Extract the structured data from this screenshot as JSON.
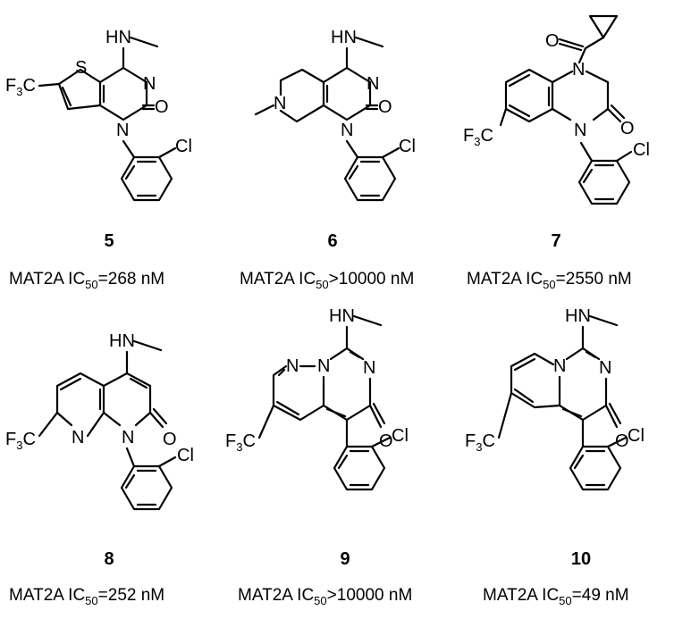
{
  "compounds": [
    {
      "number": "5",
      "target": "MAT2A",
      "ic": "IC",
      "sub": "50",
      "op": "=",
      "value": "268",
      "unit": "nM"
    },
    {
      "number": "6",
      "target": "MAT2A",
      "ic": "IC",
      "sub": "50",
      "op": ">",
      "value": "10000",
      "unit": "nM"
    },
    {
      "number": "7",
      "target": "MAT2A",
      "ic": "IC",
      "sub": "50",
      "op": "=",
      "value": "2550",
      "unit": "nM"
    },
    {
      "number": "8",
      "target": "MAT2A",
      "ic": "IC",
      "sub": "50",
      "op": "=",
      "value": "252",
      "unit": "nM"
    },
    {
      "number": "9",
      "target": "MAT2A",
      "ic": "IC",
      "sub": "50",
      "op": ">",
      "value": "10000",
      "unit": "nM"
    },
    {
      "number": "10",
      "target": "MAT2A",
      "ic": "IC",
      "sub": "50",
      "op": "=",
      "value": "49",
      "unit": "nM"
    }
  ],
  "atoms": {
    "hn": "HN",
    "s": "S",
    "n": "N",
    "o": "O",
    "cl": "Cl",
    "f3c": "F",
    "f3c_sub": "3",
    "f3c_c": "C"
  }
}
